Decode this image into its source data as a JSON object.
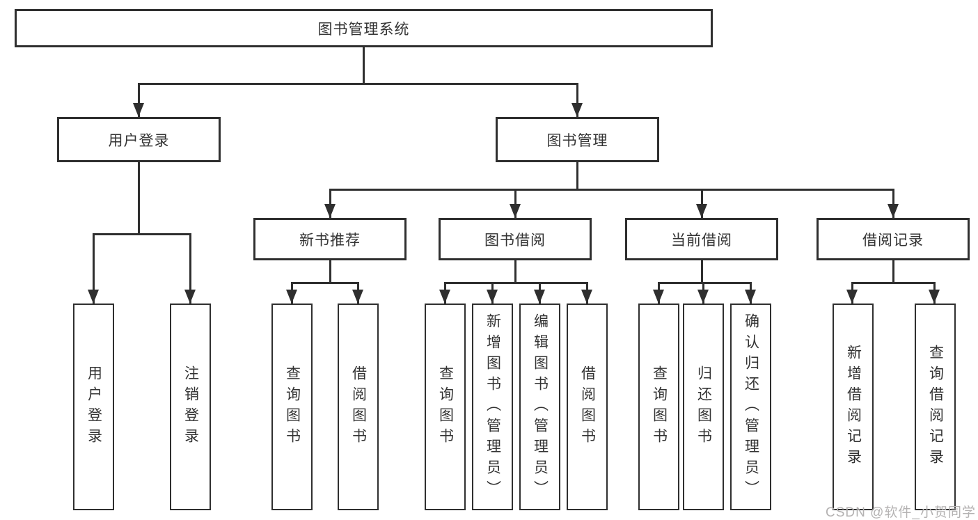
{
  "diagram": {
    "title": "图书管理系统",
    "level2": {
      "user_login": "用户登录",
      "book_mgmt": "图书管理"
    },
    "level3": {
      "new_books": "新书推荐",
      "borrowing": "图书借阅",
      "current": "当前借阅",
      "history": "借阅记录"
    },
    "leaves": {
      "user_login": "用户登录",
      "logout": "注销登录",
      "nb_query": "查询图书",
      "nb_borrow": "借阅图书",
      "bw_query": "查询图书",
      "bw_add": "新增图书（管理员）",
      "bw_edit": "编辑图书（管理员）",
      "bw_borrow": "借阅图书",
      "cur_query": "查询图书",
      "cur_return": "归还图书",
      "cur_confirm": "确认归还（管理员）",
      "his_add": "新增借阅记录",
      "his_query": "查询借阅记录"
    }
  },
  "watermark": "CSDN @软件_小贺同学",
  "colors": {
    "line": "#2f2f2f",
    "text": "#333333",
    "watermark": "#b4b2b2",
    "background": "#ffffff"
  }
}
